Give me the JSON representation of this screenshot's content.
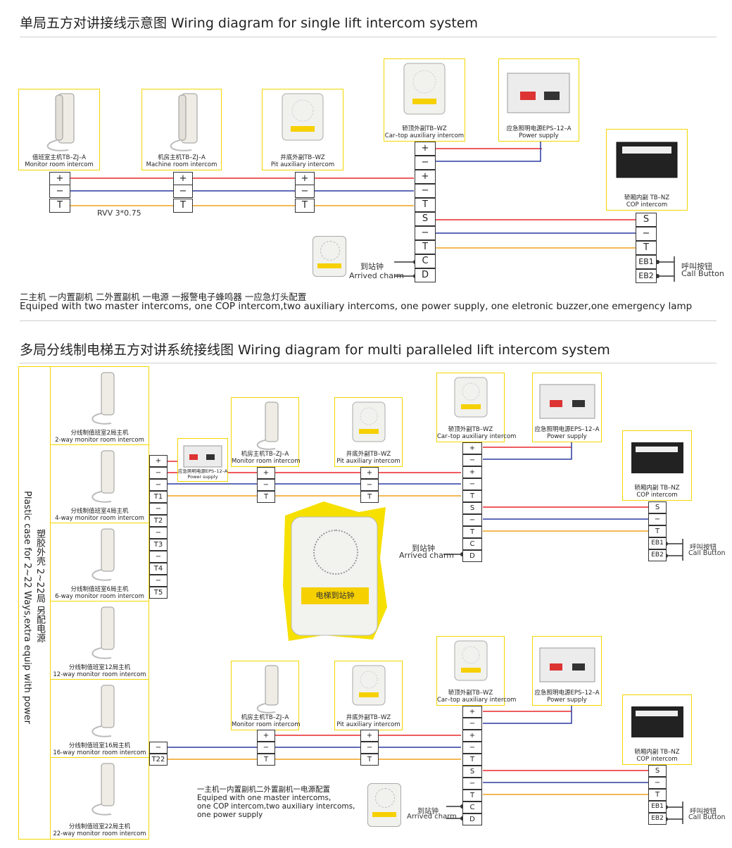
{
  "single": {
    "title": "单局五方对讲接线示意图 Wiring diagram for single lift intercom system",
    "devices": {
      "monitor": {
        "cn": "值班室主机TB–ZJ–A",
        "en": "Monitor room intercom"
      },
      "machine": {
        "cn": "机房主机TB–ZJ–A",
        "en": "Machine room intercom"
      },
      "pit": {
        "cn": "井底外副TB–WZ",
        "en": "Pit auxiliary intercom"
      },
      "cartop": {
        "cn": "轿顶外副TB–WZ",
        "en": "Car–top auxiliary intercom"
      },
      "power": {
        "cn": "应急照明电源EPS–12–A",
        "en": "Power supply"
      },
      "cop": {
        "cn": "轿厢内副 TB–NZ",
        "en": "COP intercom"
      }
    },
    "cable": "RVV 3*0.75",
    "arrived_cn": "到站钟",
    "arrived_en": "Arrived charm",
    "callbtn_cn": "呼叫按钮",
    "callbtn_en": "Call Button",
    "note_cn": "二主机 一内置副机 二外置副机 一电源 一报警电子蜂鸣器 一应急灯头配置",
    "note_en": "Equiped with two master intercoms, one COP intercom,two auxiliary intercoms, one power supply, one eletronic buzzer,one emergency lamp"
  },
  "multi": {
    "title": "多局分线制电梯五方对讲系统接线图 Wiring diagram for multi paralleled lift intercom system",
    "monitors": [
      {
        "cn": "分线制值班室2局主机",
        "en": "2-way monitor room intercom"
      },
      {
        "cn": "分线制值班室4局主机",
        "en": "4-way monitor room intercom"
      },
      {
        "cn": "分线制值班室6局主机",
        "en": "6-way monitor room intercom"
      },
      {
        "cn": "分线制值班室12局主机",
        "en": "12-way monitor room intercom"
      },
      {
        "cn": "分线制值班室16局主机",
        "en": "16-way monitor room intercom"
      },
      {
        "cn": "分线制值班室22局主机",
        "en": "22-way monitor room intercom"
      }
    ],
    "case_cn": "塑胶外壳 2~22局 另配电源",
    "case_en": "Plastic case for 2~22 Ways,extra equip with power",
    "small_power_cn": "应急照明电源EPS–12–A",
    "small_power_en": "Power supply",
    "machine": {
      "cn": "机房主机TB–ZJ–A",
      "en": "Monitor room intercom"
    },
    "pit": {
      "cn": "井底外副TB–WZ",
      "en": "Pit auxiliary intercom"
    },
    "cartop": {
      "cn": "轿顶外副TB–WZ",
      "en": "Car–top auxiliary intercom"
    },
    "power": {
      "cn": "应急照明电源EPS–12–A",
      "en": "Power supply"
    },
    "cop": {
      "cn": "轿厢内副 TB–NZ",
      "en": "COP intercom"
    },
    "charm_label": "电梯到站钟",
    "arrived_cn": "到站钟",
    "arrived_en": "Arrived charm",
    "callbtn_cn": "呼叫按钮",
    "callbtn_en": "Call Button",
    "note_lines": [
      "一主机一内置副机二外置副机一电源配置",
      "Equiped with one master intercoms,",
      "one COP intercom,two auxiliary intercoms,",
      "one power supply"
    ]
  },
  "colors": {
    "positive": "#e8262a",
    "negative": "#2b3aa0",
    "signal": "#f0a01e",
    "frame": "#f3d600"
  }
}
